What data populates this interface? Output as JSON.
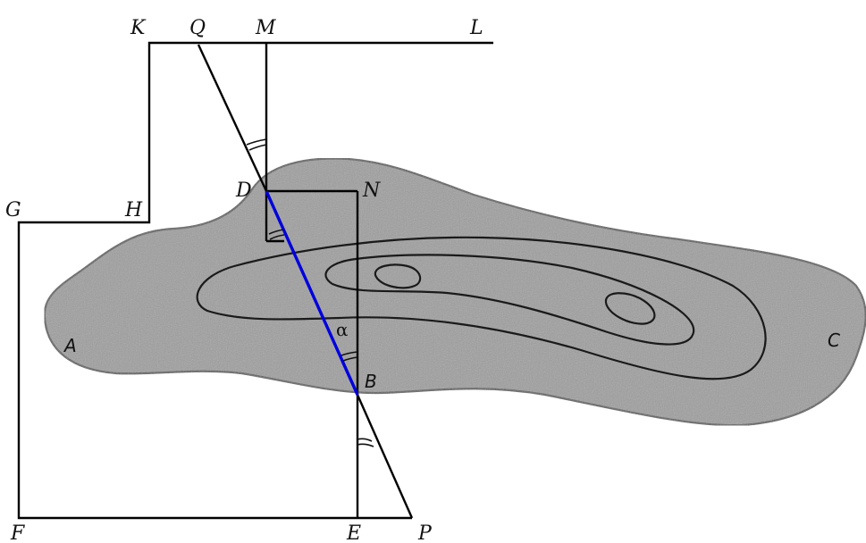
{
  "diagram": {
    "colors": {
      "terrain_fill": "#9e9e9e",
      "terrain_outline": "#5c5c5c",
      "contour": "#1a1a1a",
      "line": "#000000",
      "highlight_segment": "#0000dd"
    },
    "labels": {
      "K": "K",
      "Q": "Q",
      "M": "M",
      "L": "L",
      "G": "G",
      "H": "H",
      "D": "D",
      "N": "N",
      "A": "A",
      "C": "C",
      "B": "B",
      "F": "F",
      "E": "E",
      "P": "P",
      "alpha": "α"
    }
  }
}
